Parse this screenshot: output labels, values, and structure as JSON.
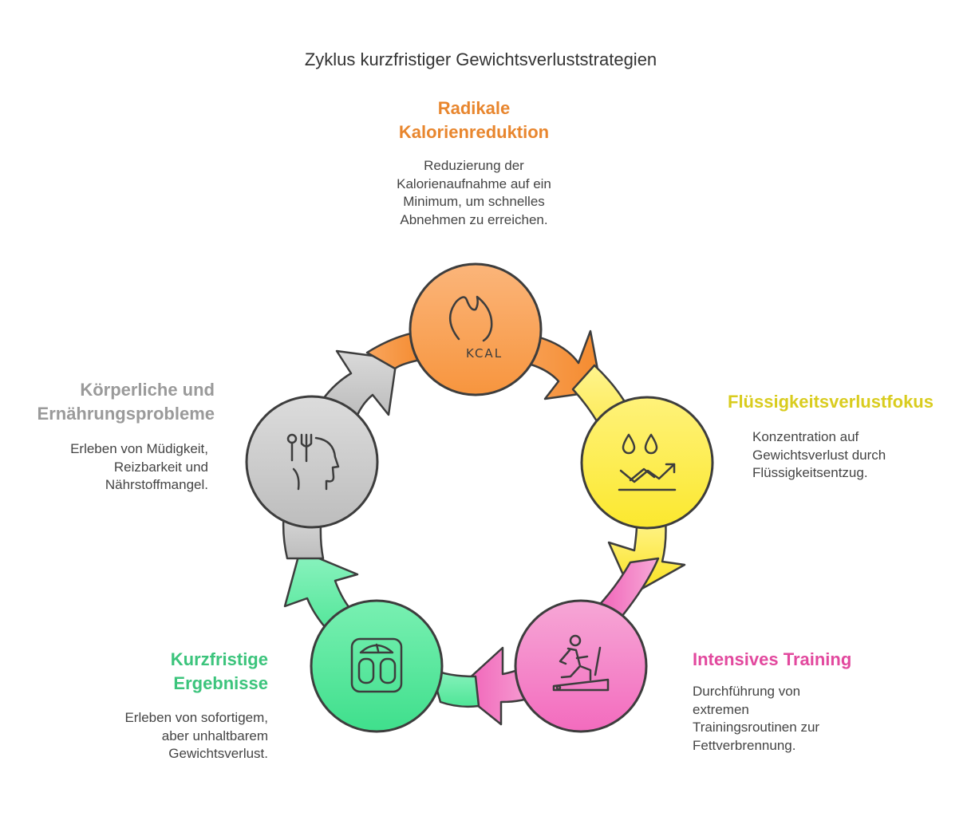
{
  "title": "Zyklus kurzfristiger Gewichtsverluststrategien",
  "colors": {
    "orange": "#E8862E",
    "yellow": "#D9CC1E",
    "pink": "#E2499E",
    "green": "#3CC47C",
    "gray": "#9A9A9A",
    "outline": "#3d3d3d"
  },
  "steps": [
    {
      "label_lines": [
        "Radikale",
        "Kalorienreduktion"
      ],
      "description_lines": [
        "Reduzierung der",
        "Kalorienaufnahme auf ein",
        "Minimum, um schnelles",
        "Abnehmen zu erreichen."
      ],
      "icon": "kcal-flame-icon",
      "icon_text": "KCAL"
    },
    {
      "label_lines": [
        "Flüssigkeitsverlustfokus"
      ],
      "description_lines": [
        "Konzentration auf",
        "Gewichtsverlust durch",
        "Flüssigkeitsentzug."
      ],
      "icon": "water-drops-trend-icon"
    },
    {
      "label_lines": [
        "Intensives Training"
      ],
      "description_lines": [
        "Durchführung von",
        "extremen",
        "Trainingsroutinen zur",
        "Fettverbrennung."
      ],
      "icon": "treadmill-runner-icon"
    },
    {
      "label_lines": [
        "Kurzfristige",
        "Ergebnisse"
      ],
      "description_lines": [
        "Erleben von sofortigem,",
        "aber unhaltbarem",
        "Gewichtsverlust."
      ],
      "icon": "bathroom-scale-icon"
    },
    {
      "label_lines": [
        "Körperliche und",
        "Ernährungsprobleme"
      ],
      "description_lines": [
        "Erleben von Müdigkeit,",
        "Reizbarkeit und",
        "Nährstoffmangel."
      ],
      "icon": "head-fork-spoon-icon"
    }
  ]
}
